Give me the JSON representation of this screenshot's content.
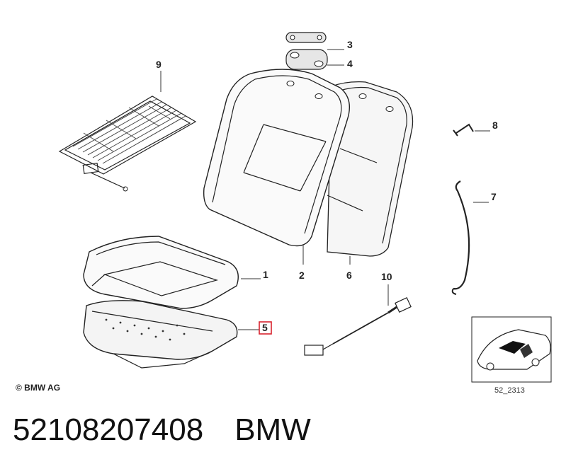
{
  "callouts": {
    "c1": "1",
    "c2": "2",
    "c3": "3",
    "c4": "4",
    "c5": "5",
    "c6": "6",
    "c7": "7",
    "c8": "8",
    "c9": "9",
    "c10": "10"
  },
  "highlight_color": "#d9232e",
  "copyright": "© BMW AG",
  "inset_ref": "52_2313",
  "part_number": "52108207408",
  "brand": "BMW"
}
